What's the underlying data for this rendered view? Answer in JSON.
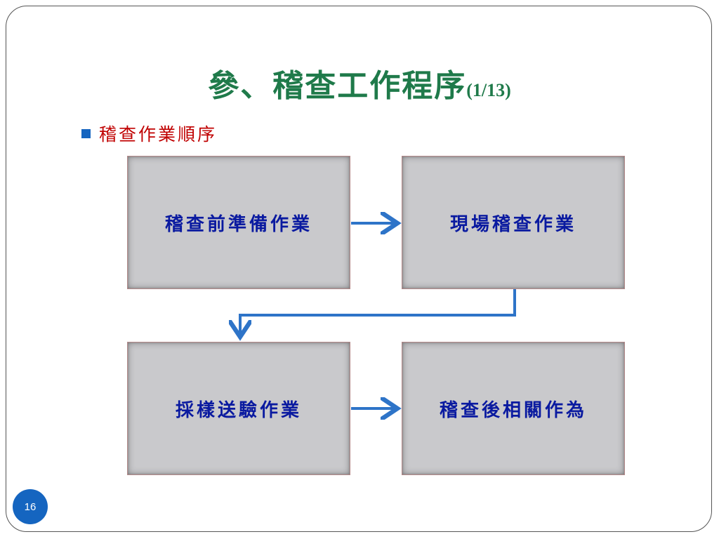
{
  "slide": {
    "title_main": "參、稽查工作程序",
    "title_suffix": "(1/13)",
    "bullet": "稽查作業順序",
    "page_number": "16"
  },
  "flow": {
    "steps": [
      "稽查前準備作業",
      "現場稽查作業",
      "採樣送驗作業",
      "稽查後相關作為"
    ]
  },
  "colors": {
    "title": "#1f7a4a",
    "bullet_text": "#c00000",
    "bullet_square": "#1565c0",
    "box_fill": "#c9c9cc",
    "box_text": "#0a1aa0",
    "arrow": "#2e74c8",
    "page_badge": "#1565c0"
  }
}
